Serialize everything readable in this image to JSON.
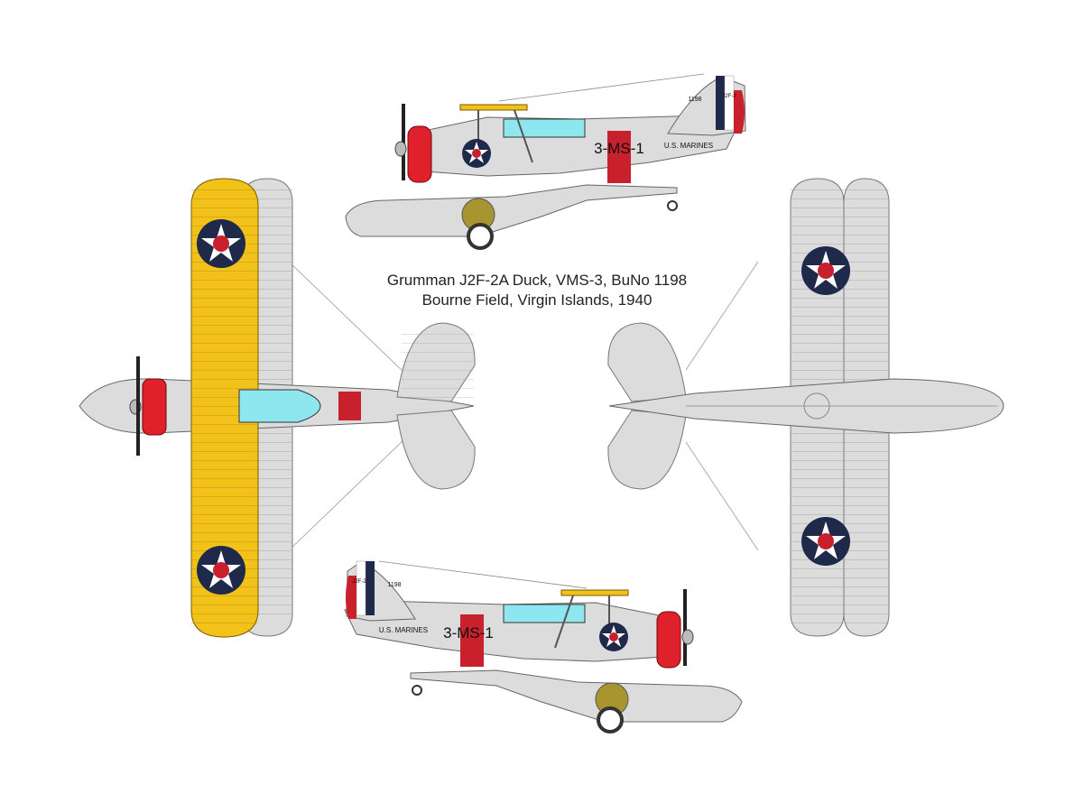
{
  "caption": {
    "line1": "Grumman J2F-2A Duck, VMS-3, BuNo 1198",
    "line2": "Bourne Field, Virgin Islands, 1940"
  },
  "markings": {
    "squadron_code": "3-MS-1",
    "service": "U.S. MARINES",
    "buno": "1198",
    "type": "J2F-2"
  },
  "colors": {
    "aluminum": "#dcdcdc",
    "panel_line": "#8a8a8a",
    "chrome_yellow": "#f2c21a",
    "insignia_blue": "#1f2a4a",
    "insignia_red": "#c8202c",
    "insignia_white": "#ffffff",
    "canopy": "#8ee6ee",
    "cowl_red": "#e0202a",
    "rudder_blue": "#1f2a4a",
    "rudder_red": "#c8202c",
    "olive_wheel": "#a89530"
  }
}
